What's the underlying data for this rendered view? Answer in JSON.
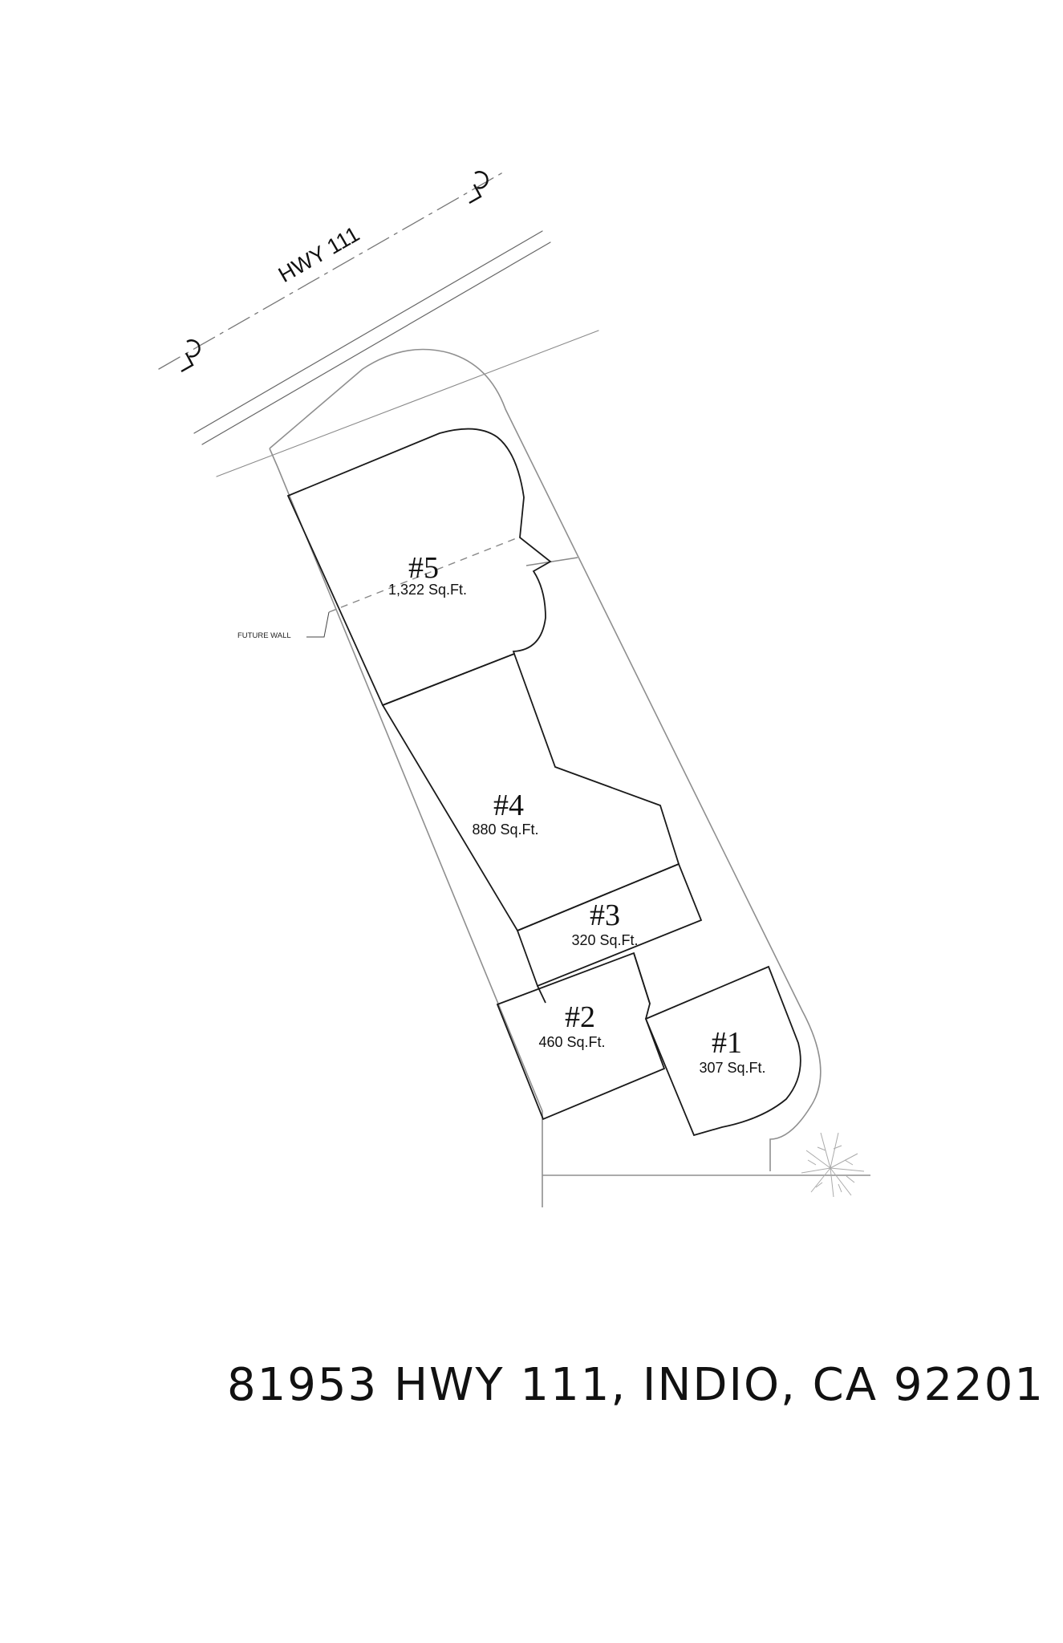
{
  "road": {
    "name": "HWY 111",
    "centerline_symbol": "CL"
  },
  "notes": {
    "future_wall": "FUTURE WALL"
  },
  "units": [
    {
      "id": "#5",
      "area": "1,322 Sq.Ft."
    },
    {
      "id": "#4",
      "area": "880 Sq.Ft."
    },
    {
      "id": "#3",
      "area": "320 Sq.Ft."
    },
    {
      "id": "#2",
      "area": "460 Sq.Ft."
    },
    {
      "id": "#1",
      "area": "307 Sq.Ft."
    }
  ],
  "address": "81953 HWY 111, INDIO, CA 92201",
  "colors": {
    "line": "#1a1a1a",
    "light_line": "#9a9a9a"
  },
  "icons": {
    "palm_tree": "palm-tree-icon"
  }
}
